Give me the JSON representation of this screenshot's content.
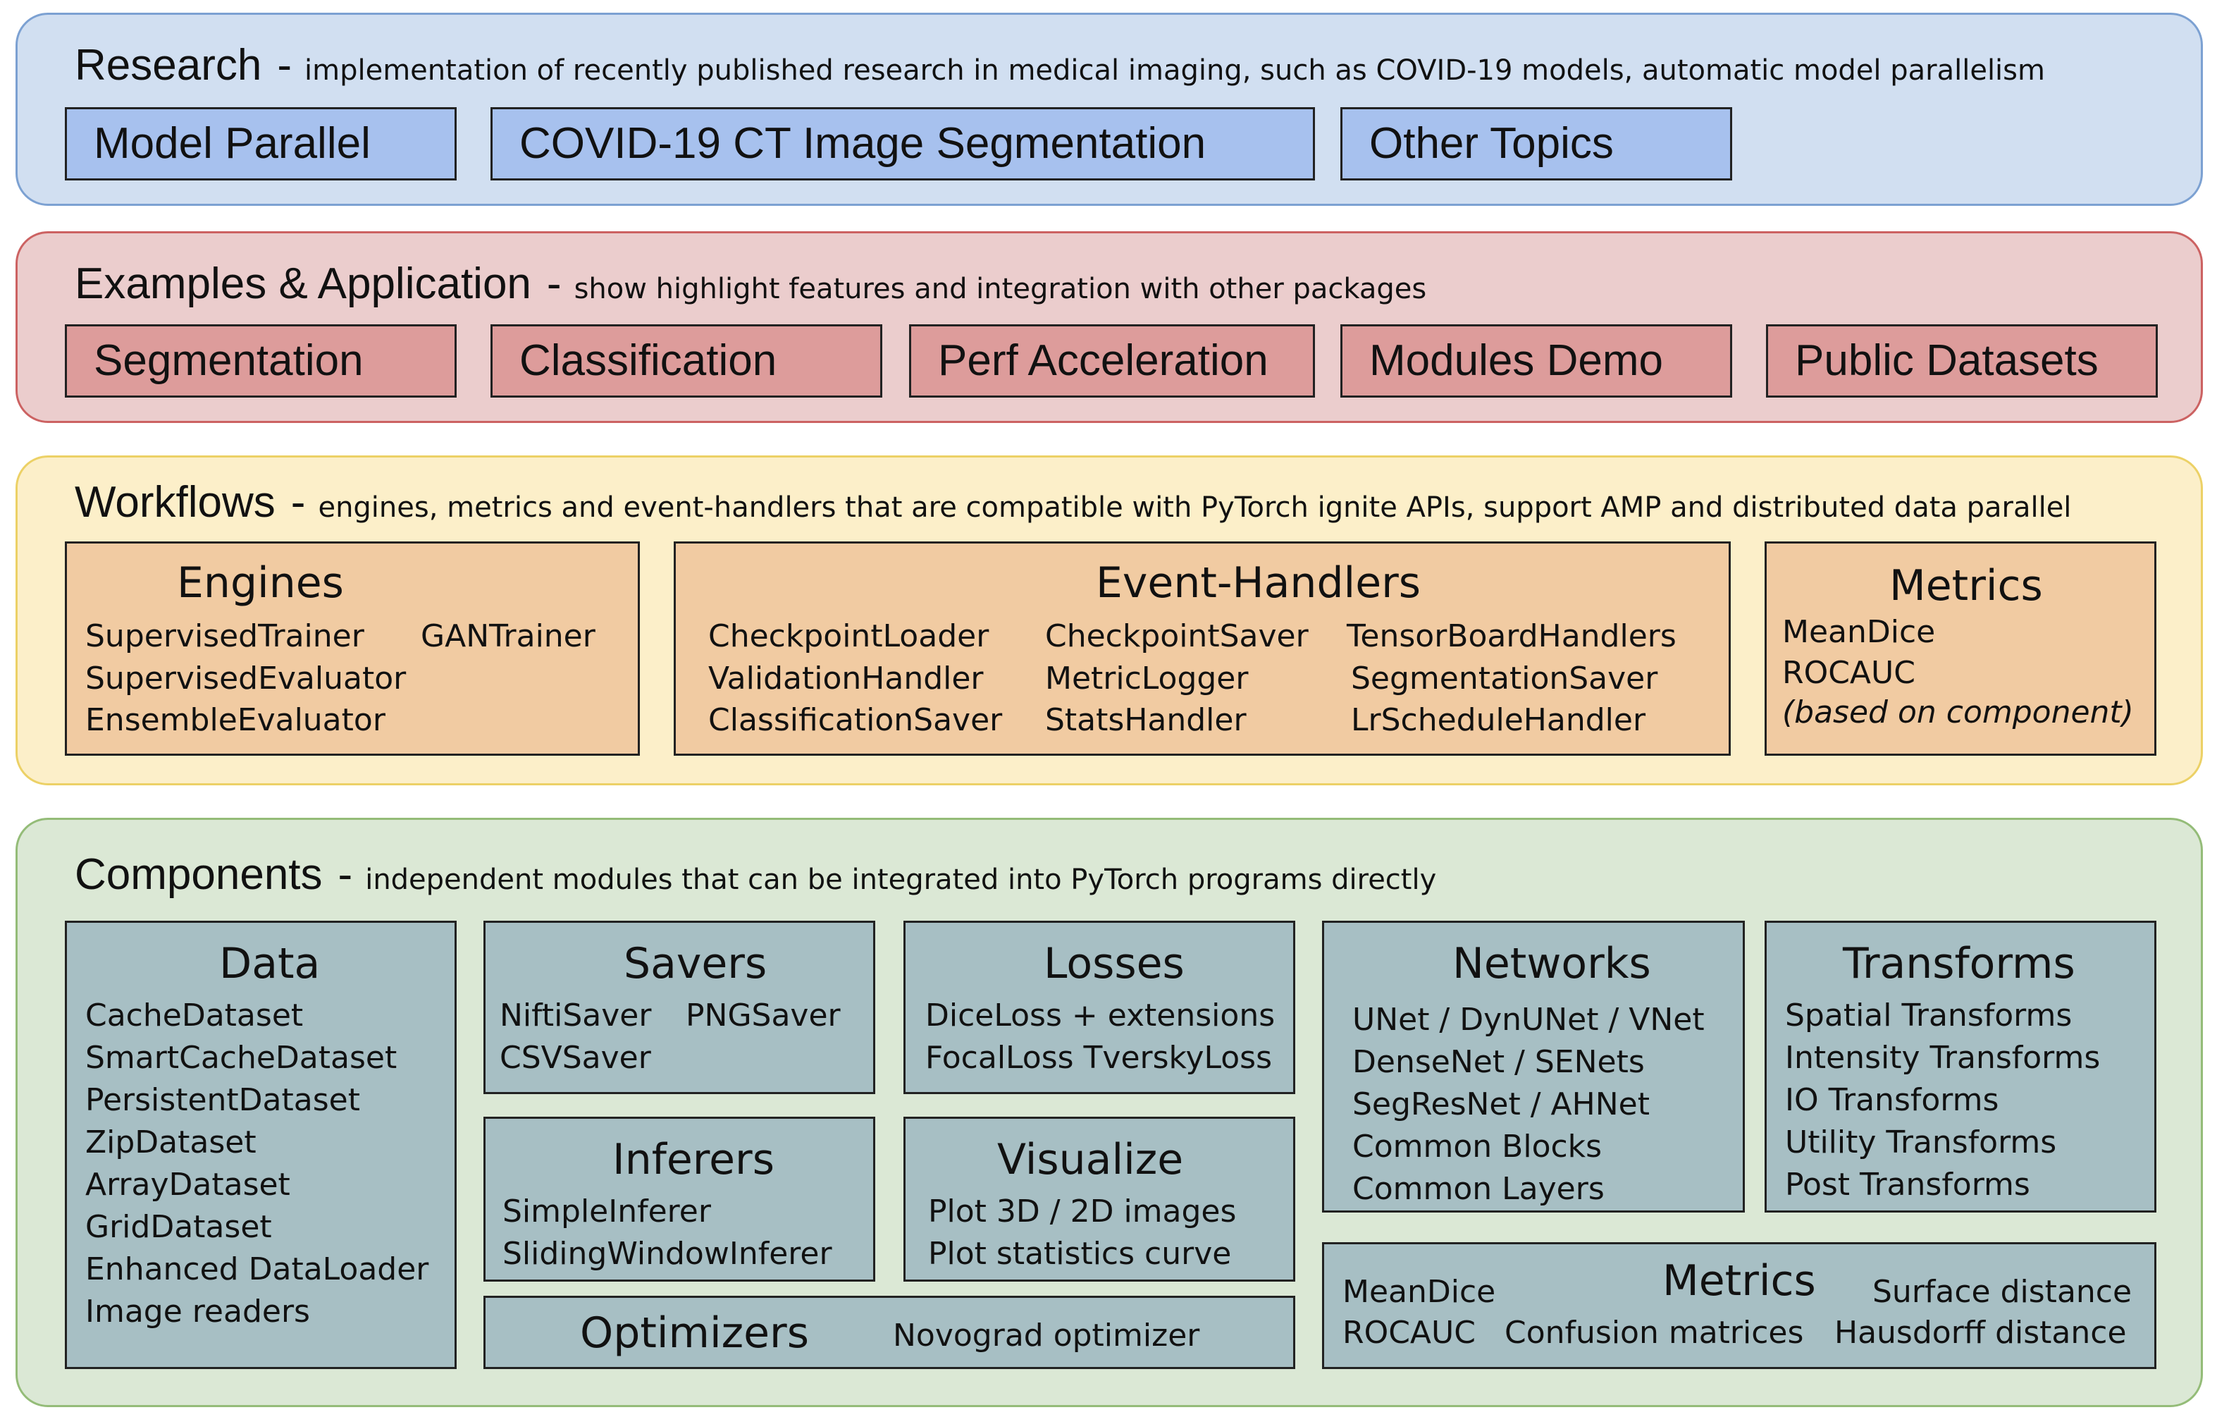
{
  "research": {
    "title": "Research",
    "sep": "-",
    "desc": "implementation of recently published research in medical imaging, such as COVID-19 models, automatic model parallelism",
    "items": [
      "Model Parallel",
      "COVID-19 CT Image Segmentation",
      "Other Topics"
    ]
  },
  "examples": {
    "title": "Examples & Application",
    "sep": "-",
    "desc": "show highlight features and integration with other packages",
    "items": [
      "Segmentation",
      "Classification",
      "Perf Acceleration",
      "Modules Demo",
      "Public Datasets"
    ]
  },
  "workflows": {
    "title": "Workflows",
    "sep": "-",
    "desc": "engines, metrics and event-handlers that are compatible with PyTorch ignite APIs, support AMP and distributed data parallel",
    "engines": {
      "title": "Engines",
      "items": [
        "SupervisedTrainer",
        "GANTrainer",
        "SupervisedEvaluator",
        "EnsembleEvaluator"
      ]
    },
    "handlers": {
      "title": "Event-Handlers",
      "items": [
        "CheckpointLoader",
        "CheckpointSaver",
        "TensorBoardHandlers",
        "ValidationHandler",
        "MetricLogger",
        "SegmentationSaver",
        "ClassificationSaver",
        "StatsHandler",
        "LrScheduleHandler"
      ]
    },
    "metrics": {
      "title": "Metrics",
      "items": [
        "MeanDice",
        "ROCAUC"
      ],
      "note": "(based on component)"
    }
  },
  "components": {
    "title": "Components",
    "sep": "-",
    "desc": "independent modules that can be integrated into PyTorch programs directly",
    "data": {
      "title": "Data",
      "items": [
        "CacheDataset",
        "SmartCacheDataset",
        "PersistentDataset",
        "ZipDataset",
        "ArrayDataset",
        "GridDataset",
        "Enhanced DataLoader",
        "Image readers"
      ]
    },
    "savers": {
      "title": "Savers",
      "items": [
        "NiftiSaver",
        "PNGSaver",
        "CSVSaver"
      ]
    },
    "losses": {
      "title": "Losses",
      "items": [
        "DiceLoss + extensions",
        "FocalLoss TverskyLoss"
      ]
    },
    "networks": {
      "title": "Networks",
      "items": [
        "UNet / DynUNet / VNet",
        "DenseNet / SENets",
        "SegResNet / AHNet",
        "Common Blocks",
        "Common Layers"
      ]
    },
    "transforms": {
      "title": "Transforms",
      "items": [
        "Spatial Transforms",
        "Intensity Transforms",
        "IO Transforms",
        "Utility Transforms",
        "Post Transforms"
      ]
    },
    "inferers": {
      "title": "Inferers",
      "items": [
        "SimpleInferer",
        "SlidingWindowInferer"
      ]
    },
    "visualize": {
      "title": "Visualize",
      "items": [
        "Plot 3D / 2D images",
        "Plot statistics curve"
      ]
    },
    "optimizers": {
      "title": "Optimizers",
      "items": [
        "Novograd optimizer"
      ]
    },
    "metrics": {
      "title": "Metrics",
      "items": [
        "MeanDice",
        "Surface distance",
        "ROCAUC",
        "Confusion matrices",
        "Hausdorff distance"
      ]
    }
  }
}
